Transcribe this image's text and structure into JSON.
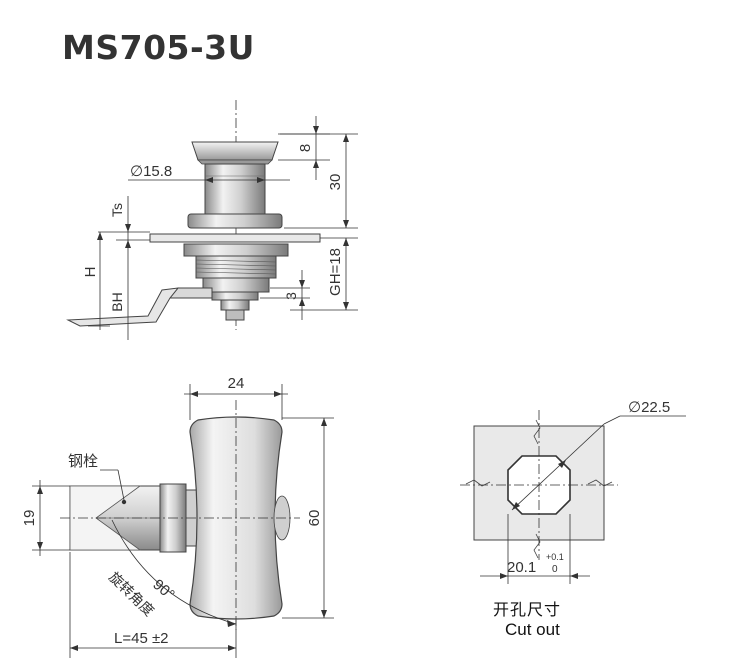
{
  "title": "MS705-3U",
  "side_view": {
    "dia_label": "∅15.8",
    "dim_8": "8",
    "dim_30": "30",
    "dim_ts": "Ts",
    "dim_h": "H",
    "dim_bh": "BH",
    "dim_gh": "GH=18",
    "dim_3": "3"
  },
  "front_view": {
    "dim_24": "24",
    "dim_60": "60",
    "dim_19": "19",
    "steel_pin_label": "钢栓",
    "angle_label": "90°",
    "rotation_label": "旋转角度",
    "length_label": "L=45 ±2"
  },
  "cutout": {
    "dia_label": "∅22.5",
    "width_label": "20.1",
    "tol_upper": "+0.1",
    "tol_lower": "0",
    "caption_cn": "开孔尺寸",
    "caption_en": "Cut out"
  },
  "colors": {
    "line": "#333333",
    "metal_light": "#e8e8e8",
    "metal_mid": "#bdbdbd",
    "metal_dark": "#7a7a7a",
    "plate_fill": "#e9e9e9"
  }
}
